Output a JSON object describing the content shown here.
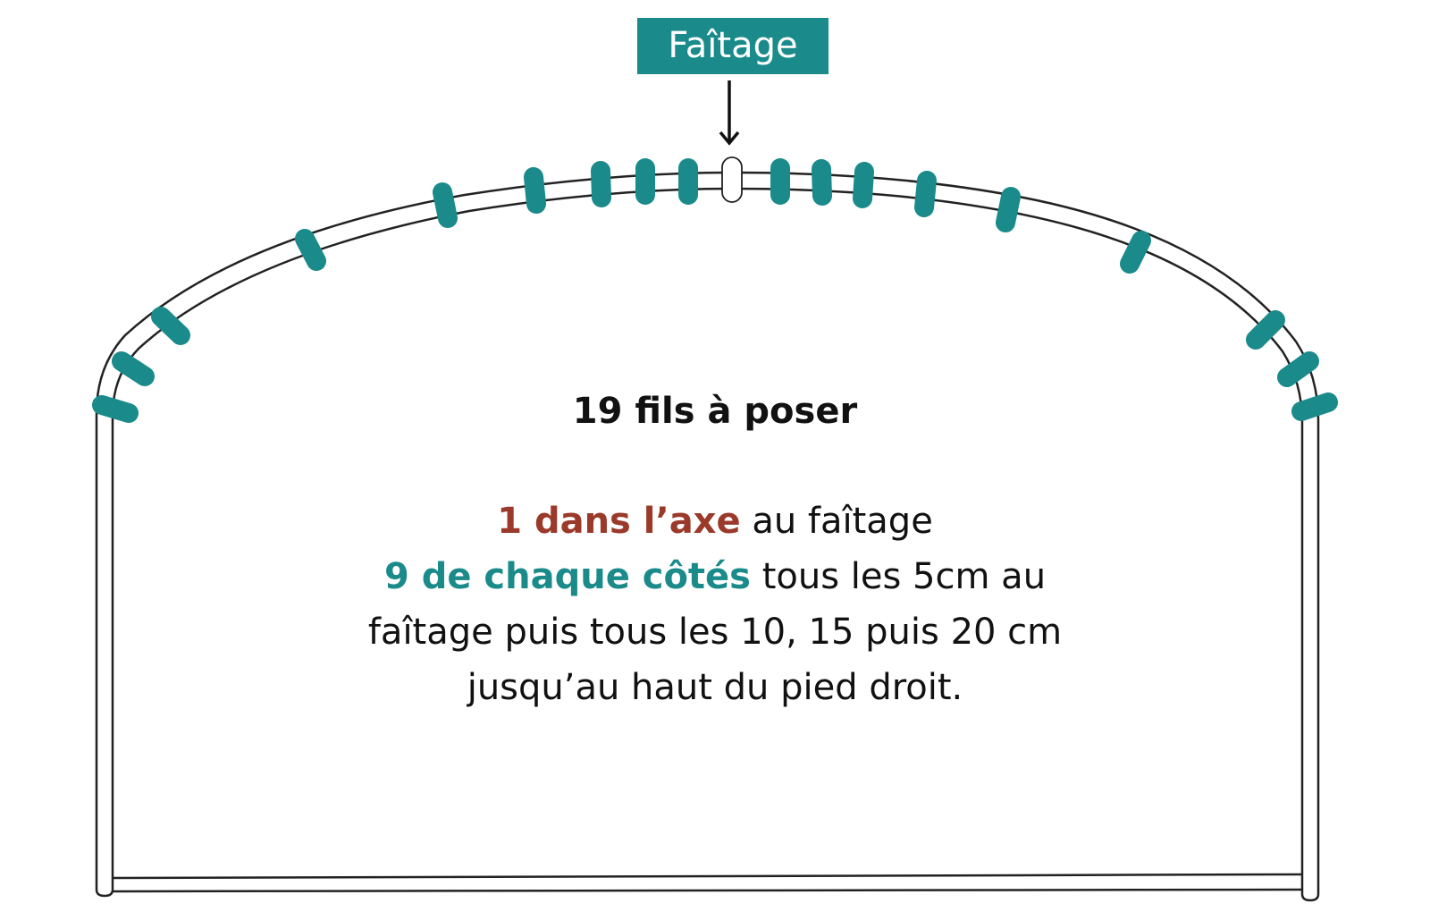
{
  "ridge_label": "Faîtage",
  "title": "19 fils à poser",
  "lines": {
    "line1_highlight": "1 dans l’axe",
    "line1_rest": " au faîtage",
    "line2_highlight": "9 de chaque côtés",
    "line2_rest": " tous les 5cm au",
    "line3": "faîtage puis tous les 10, 15 puis 20 cm",
    "line4": "jusqu’au haut du pied droit."
  },
  "colors": {
    "teal": "#1a8a8a",
    "rust": "#9b3a2a",
    "outline": "#222222"
  },
  "wires": {
    "center_count": 1,
    "per_side_count": 9
  }
}
